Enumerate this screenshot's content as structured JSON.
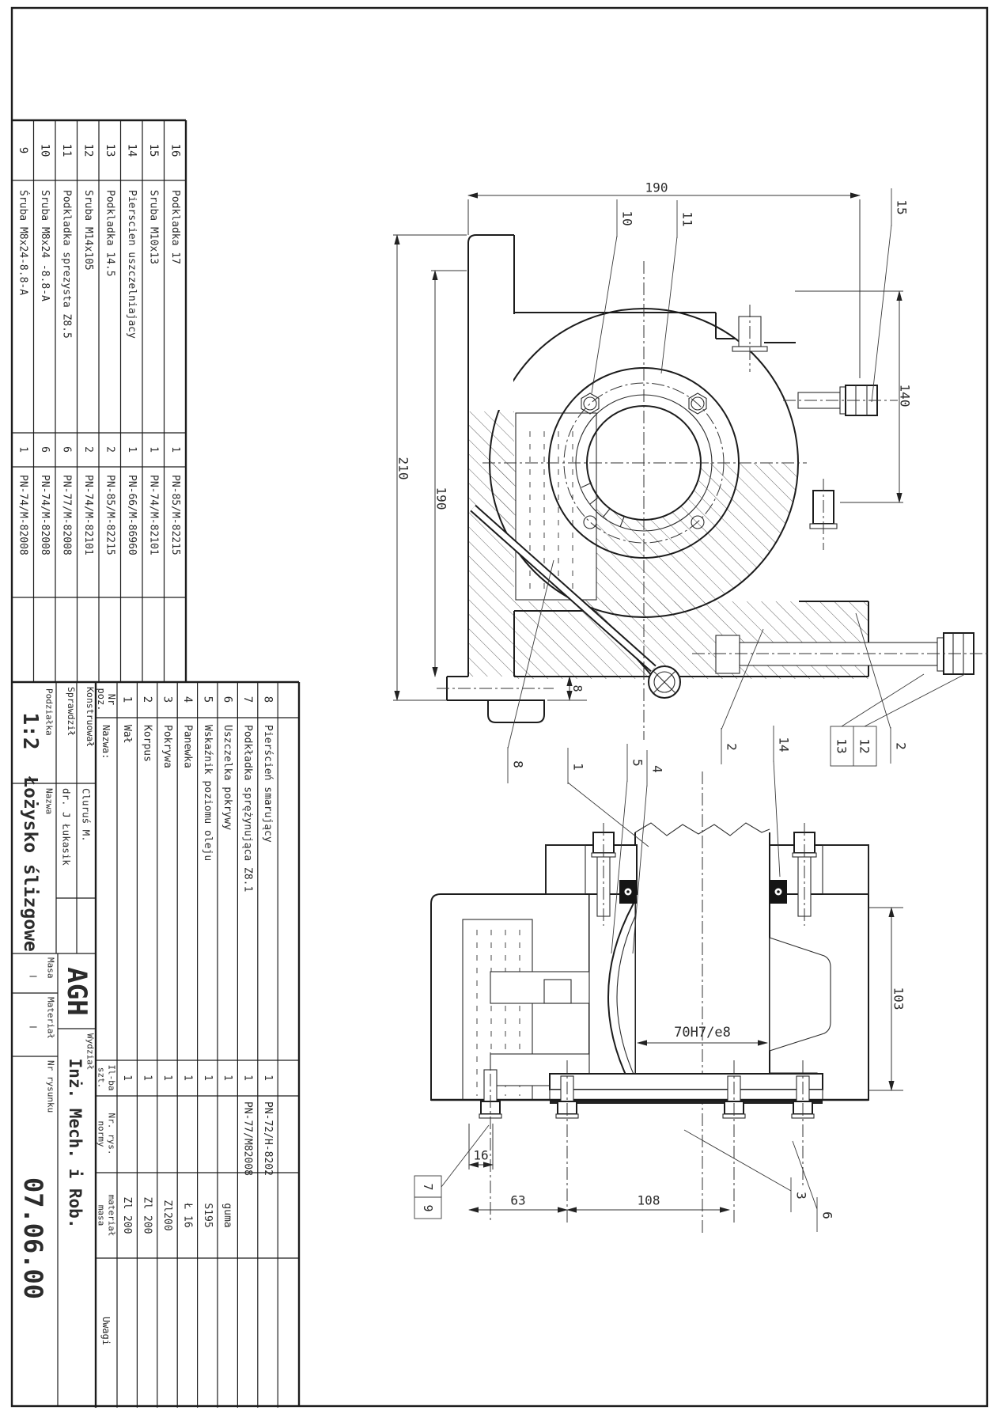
{
  "sheet": {
    "scale_label": "Podziałka",
    "scale_value": "1:2",
    "name_label": "Nazwa",
    "name_value": "Łożysko ślizgowe",
    "designed_label": "Konstruował",
    "designed_by": "Cluruś M.",
    "checked_label": "Sprawdził",
    "checked_by": "dr. J Łukasik",
    "org": "AGH",
    "department_label": "Wydział",
    "department": "Inż. Mech. i Rob.",
    "mass_label": "Masa",
    "mass_value": "—",
    "material_label": "Materiał",
    "material_value": "—",
    "drawing_no_label": "Nr rysunku",
    "drawing_no": "07.06.00"
  },
  "bom_main": {
    "headers": {
      "nr": [
        "Nr",
        "poz."
      ],
      "nazwa": "Nazwa:",
      "qty": [
        "Il-ba",
        "szt."
      ],
      "norm": [
        "Nr. rys.",
        "normy"
      ],
      "material": [
        "materiał",
        "masa"
      ],
      "uwagi": "Uwagi"
    },
    "rows": [
      {
        "nr": "1",
        "name": "Wał",
        "qty": "1",
        "norm": "",
        "material": "Zl 200"
      },
      {
        "nr": "2",
        "name": "Korpus",
        "qty": "1",
        "norm": "",
        "material": "Zl 200"
      },
      {
        "nr": "3",
        "name": "Pokrywa",
        "qty": "1",
        "norm": "",
        "material": "Zl200"
      },
      {
        "nr": "4",
        "name": "Panewka",
        "qty": "1",
        "norm": "",
        "material": "Ł 16"
      },
      {
        "nr": "5",
        "name": "Wskaźnik poziomu oleju",
        "qty": "1",
        "norm": "",
        "material": "S195"
      },
      {
        "nr": "6",
        "name": "Uszczelka pokrywy",
        "qty": "1",
        "norm": "",
        "material": "guma"
      },
      {
        "nr": "7",
        "name": "Podkładka sprężynująca Z8.1",
        "qty": "1",
        "norm": "PN-77/M82008",
        "material": ""
      },
      {
        "nr": "8",
        "name": "Pierścień smarujący",
        "qty": "1",
        "norm": "PN-72/H-8202",
        "material": ""
      }
    ]
  },
  "bom_ext": {
    "rows": [
      {
        "nr": "9",
        "name": "Śruba M8x24-8.8-A",
        "qty": "1",
        "norm": "PN-74/M-82008"
      },
      {
        "nr": "10",
        "name": "Sruba M8x24 -8.8-A",
        "qty": "6",
        "norm": "PN-74/M-82008"
      },
      {
        "nr": "11",
        "name": "Podkladka sprezysta Z8.5",
        "qty": "6",
        "norm": "PN-77/M-82008"
      },
      {
        "nr": "12",
        "name": "Sruba M14x105",
        "qty": "2",
        "norm": "PN-74/M-82101"
      },
      {
        "nr": "13",
        "name": "Podkladka 14.5",
        "qty": "2",
        "norm": "PN-85/M-82215"
      },
      {
        "nr": "14",
        "name": "Pierscien uszczelniajacy",
        "qty": "1",
        "norm": "PN-66/M-86960"
      },
      {
        "nr": "15",
        "name": "Sruba M10x13",
        "qty": "1",
        "norm": "PN-74/M-82101"
      },
      {
        "nr": "16",
        "name": "Podkladka 17",
        "qty": "1",
        "norm": "PN-85/M-82215"
      }
    ]
  },
  "dimensions": {
    "w190": "190",
    "h210": "210",
    "h190": "190",
    "s140": "140",
    "r8": "8",
    "l103": "103",
    "fit": "70H7/e8",
    "f16": "16",
    "b63": "63",
    "b108": "108"
  },
  "callouts": {
    "c10": "10",
    "c11": "11",
    "c15": "15",
    "c8": "8",
    "c1": "1",
    "c5": "5",
    "c4": "4",
    "c2a": "2",
    "c14": "14",
    "c13": "13",
    "c12": "12",
    "c2b": "2",
    "c7": "7",
    "c9": "9",
    "c3": "3",
    "c6": "6"
  }
}
